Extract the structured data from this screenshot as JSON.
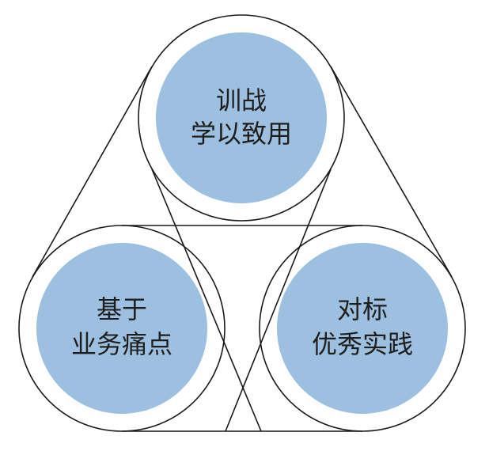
{
  "colors": {
    "circle_fill": "#9dbfe0",
    "outline": "#1a1a1a",
    "text": "#1e1e1e",
    "background": "#ffffff"
  },
  "nodes": [
    {
      "id": "top",
      "line1": "训战",
      "line2": "学以致用"
    },
    {
      "id": "left",
      "line1": "基于",
      "line2": "业务痛点"
    },
    {
      "id": "right",
      "line1": "对标",
      "line2": "优秀实践"
    }
  ]
}
